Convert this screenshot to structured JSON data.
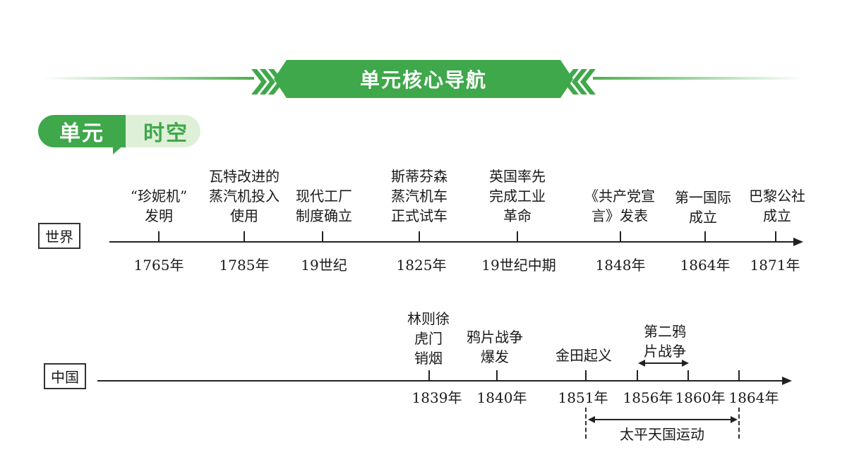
{
  "header": {
    "title": "单元核心导航"
  },
  "badge": {
    "left": "单元",
    "right": "时空"
  },
  "world": {
    "label": "世界",
    "events": [
      {
        "year": "1765年",
        "text": "“珍妮机”\n发明"
      },
      {
        "year": "1785年",
        "text": "瓦特改进的\n蒸汽机投入\n使用"
      },
      {
        "year": "19世纪",
        "text": "现代工厂\n制度确立"
      },
      {
        "year": "1825年",
        "text": "斯蒂芬森\n蒸汽机车\n正式试车"
      },
      {
        "year": "19世纪中期",
        "text": "英国率先\n完成工业\n革命"
      },
      {
        "year": "1848年",
        "text": "《共产党宣\n言》发表"
      },
      {
        "year": "1864年",
        "text": "第一国际\n成立"
      },
      {
        "year": "1871年",
        "text": "巴黎公社\n成立"
      }
    ]
  },
  "china": {
    "label": "中国",
    "events": [
      {
        "year": "1839年",
        "text": "林则徐\n虎门\n销烟"
      },
      {
        "year": "1840年",
        "text": "鸦片战争\n爆发"
      },
      {
        "year": "1851年",
        "text": "金田起义"
      },
      {
        "year": "1856年",
        "text": ""
      },
      {
        "year": "1860年",
        "text": ""
      },
      {
        "year": "1864年",
        "text": ""
      }
    ],
    "spans": {
      "second_opium_war": "第二鸦\n片战争",
      "taiping": "太平天国运动"
    }
  },
  "colors": {
    "accent": "#3ea84a",
    "accent_light": "#dff0d8"
  }
}
